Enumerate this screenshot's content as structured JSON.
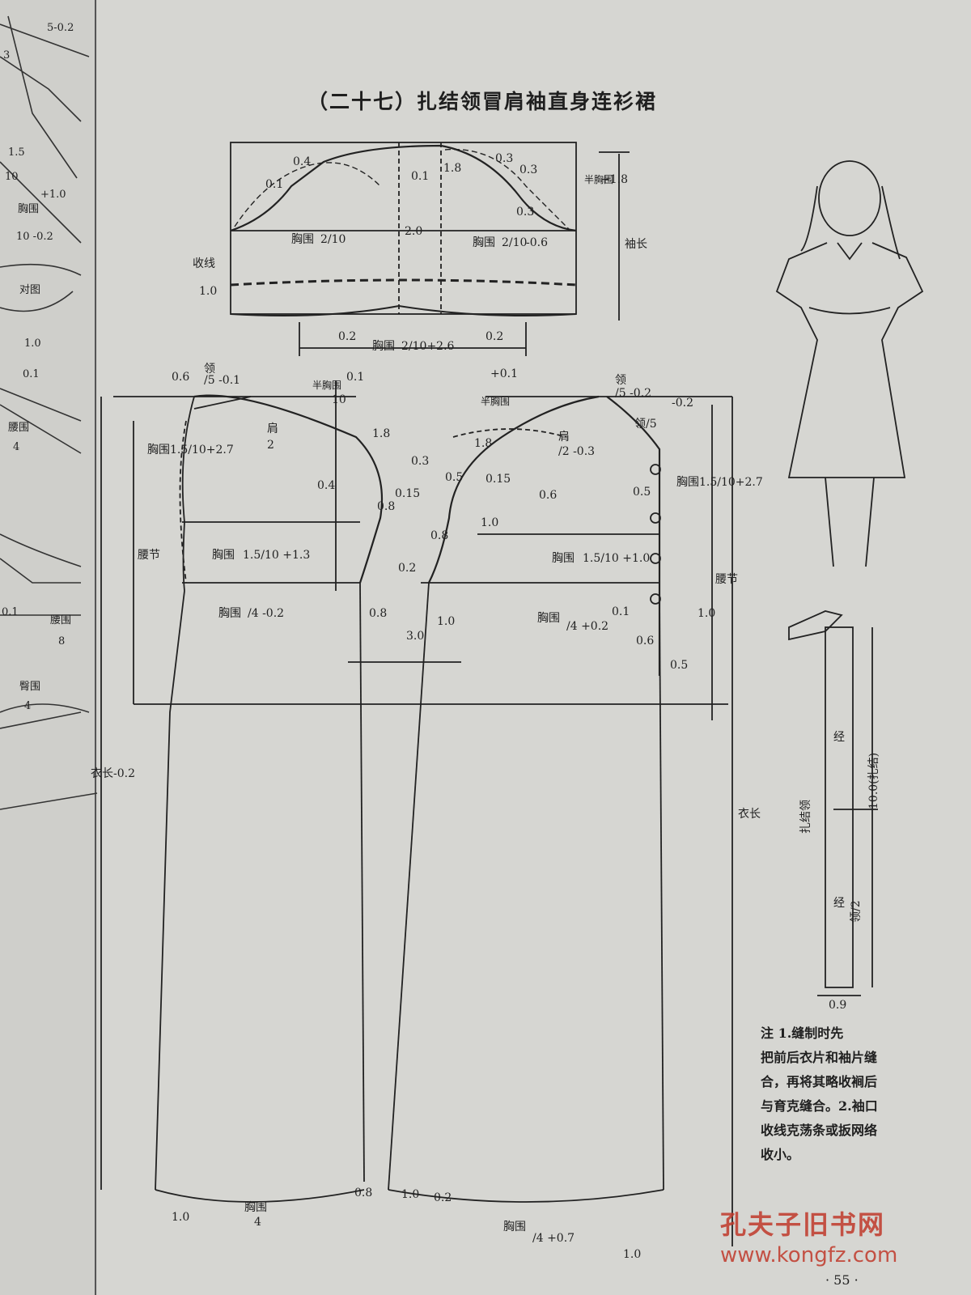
{
  "title": "（二十七）扎结领冒肩袖直身连衫裙",
  "sleeve_labels": {
    "top_left": "0.4",
    "left_01": "0.1",
    "center_01": "0.1",
    "center_18": "1.8",
    "right_03a": "0.3",
    "right_03b": "0.3",
    "right_03c": "0.3",
    "half_bust": "半胸围",
    "half_bust_expr": "+1.8",
    "sleeve_length": "袖长",
    "bust_left": "胸围",
    "bust_left_frac": "2/10",
    "center_20": "2.0",
    "bust_right": "胸围",
    "bust_right_frac": "2/10",
    "bust_right_expr": "-0.6",
    "gather": "收线",
    "hem_10": "1.0",
    "bottom_02a": "0.2",
    "bottom_02b": "0.2",
    "bottom_bust": "胸围",
    "bottom_expr": "2/10+2.6"
  },
  "back_labels": {
    "top_06": "0.6",
    "collar": "领",
    "collar_expr": "/5 -0.1",
    "top_01": "0.1",
    "half_bust": "半胸围",
    "half_bust_den": "10",
    "shoulder": "肩",
    "shoulder_den": "2",
    "v18": "1.8",
    "v03": "0.3",
    "v04": "0.4",
    "v015": "0.15",
    "v08": "0.8",
    "depth": "胸围1.5/10+2.7",
    "bust_mid": "胸围",
    "bust_mid_expr": "1.5/10 +1.3",
    "waist": "腰节",
    "bust_q": "胸围",
    "bust_q_expr": "/4 -0.2",
    "v02": "0.2",
    "v08b": "0.8",
    "v30": "3.0",
    "length": "衣长-0.2",
    "hem_10": "1.0",
    "hem_bust": "胸围",
    "hem_bust_den": "4",
    "hem_08": "0.8"
  },
  "front_labels": {
    "collar": "领",
    "collar_expr": "/5 -0.2",
    "top_01": "+0.1",
    "half_bust": "半胸围",
    "v02": "-0.2",
    "collar_side": "领/5",
    "v18": "1.8",
    "shoulder": "肩",
    "shoulder_expr": "/2 -0.3",
    "v05": "0.5",
    "v015": "0.15",
    "v06": "0.6",
    "v05b": "0.5",
    "depth": "胸围1.5/10+2.7",
    "v10": "1.0",
    "bust_mid": "胸围",
    "bust_mid_expr": "1.5/10 +1.0",
    "waist": "腰节",
    "v08": "0.8",
    "v10b": "1.0",
    "v01": "0.1",
    "bust_q": "胸围",
    "bust_q_expr": "/4 +0.2",
    "v10c": "1.0",
    "v06b": "0.6",
    "v05c": "0.5",
    "length": "衣长",
    "hem_10": "1.0",
    "hem_02": "0.2",
    "hem_bust": "胸围",
    "hem_expr": "/4 +0.7",
    "hem_10b": "1.0"
  },
  "tie_labels": {
    "len": "10.0(扎结)",
    "name": "扎结领",
    "half": "领/2",
    "width": "0.9",
    "mark1": "经",
    "mark2": "经"
  },
  "left_margin_labels": [
    "5-0.2",
    "3",
    "1.5",
    "10",
    "+1.0",
    "胸围",
    "10 -0.2",
    "对图",
    "1.0",
    "0.1",
    "腰围",
    "4",
    "0.1",
    "腰围",
    "8",
    "臀围",
    "4"
  ],
  "note": {
    "line1": "注  1.缝制时先",
    "line2": "把前后衣片和袖片缝",
    "line3": "合，再将其略收裥后",
    "line4": "与育克缝合。2.袖口",
    "line5": "收线克荡条或扳网络",
    "line6": "收小。"
  },
  "watermark": {
    "cn": "孔夫子旧书网",
    "url": "www.kongfz.com"
  },
  "page_number": "· 55 ·"
}
